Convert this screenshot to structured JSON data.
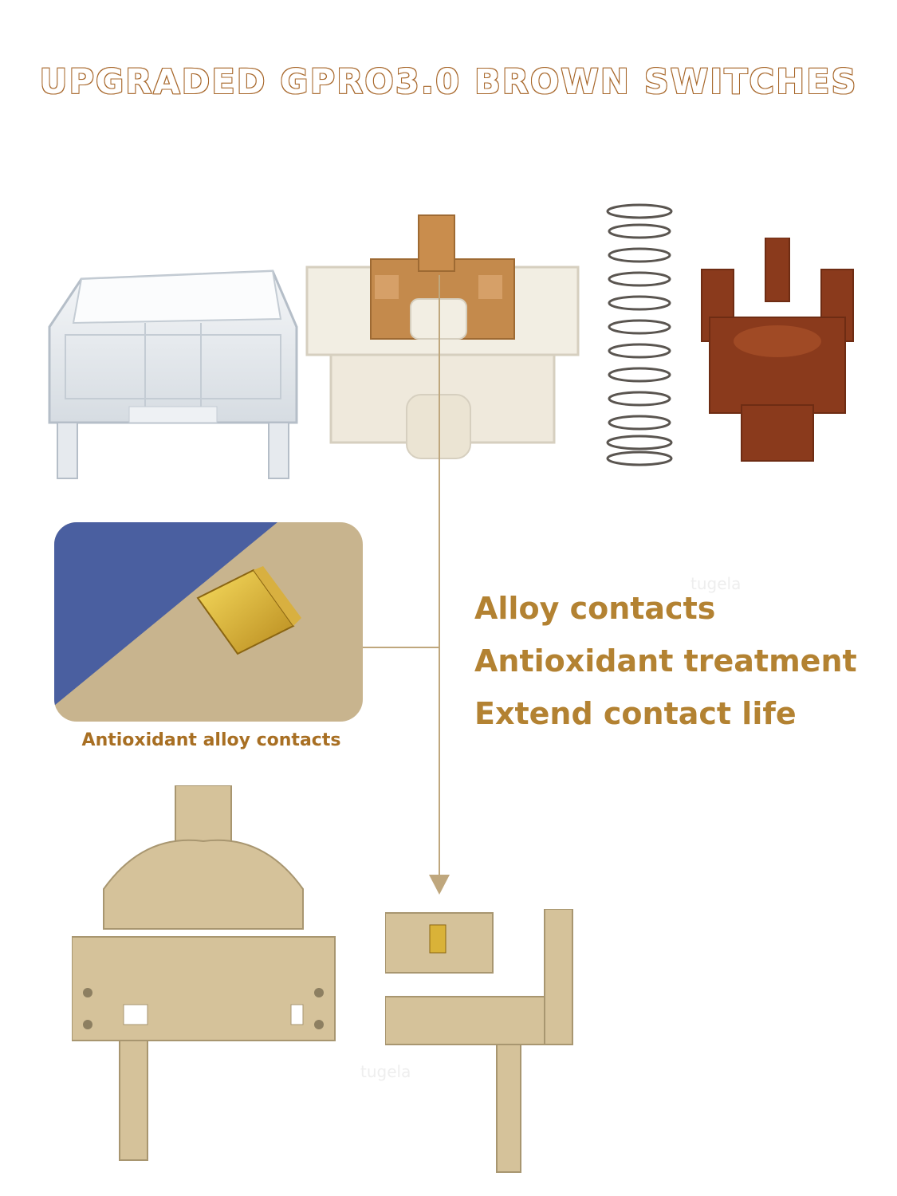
{
  "title": "UPGRADED GPRO3.0 BROWN SWITCHES",
  "features": [
    "Alloy contacts",
    "Antioxidant treatment",
    "Extend contact life"
  ],
  "inset_caption": "Antioxidant alloy contacts",
  "watermark": "tugela",
  "colors": {
    "accent_text": "#b38232",
    "title_outline": "#a8682c",
    "leader_line": "#bfa77d",
    "stem_brown": "#8a3a1c",
    "inset_blue": "#4a5fa0",
    "inset_beige": "#c8b48e"
  }
}
